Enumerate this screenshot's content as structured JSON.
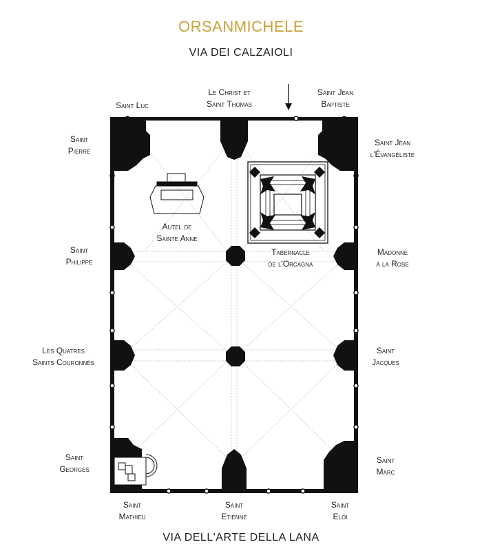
{
  "title": "ORSANMICHELE",
  "street_top": "VIA DEI CALZAIOLI",
  "street_bottom": "VIA DELL'ARTE DELLA LANA",
  "colors": {
    "title": "#c9a23a",
    "walls": "#111111",
    "lines": "#bbbbbb"
  },
  "labels": {
    "saint_luc": [
      "Saint Luc"
    ],
    "christ_thomas": [
      "Le Christ et",
      "Saint Thomas"
    ],
    "jean_baptiste": [
      "Saint Jean",
      "Baptiste"
    ],
    "pierre": [
      "Saint",
      "Pierre"
    ],
    "jean_evangeliste": [
      "Saint Jean",
      "l'Évangéliste"
    ],
    "autel": [
      "Autel de",
      "Sainte Anne"
    ],
    "tabernacle": [
      "Tabernacle",
      "de l'Orcagna"
    ],
    "philippe": [
      "Saint",
      "Philippe"
    ],
    "madonne": [
      "Madonne",
      "à la Rose"
    ],
    "quatres": [
      "Les Quatres",
      "Saints Couronnés"
    ],
    "jacques": [
      "Saint",
      "Jacques"
    ],
    "georges": [
      "Saint",
      "Georges"
    ],
    "marc": [
      "Saint",
      "Marc"
    ],
    "mathieu": [
      "Saint",
      "Mathieu"
    ],
    "etienne": [
      "Saint",
      "Etienne"
    ],
    "eloi": [
      "Saint",
      "Eloi"
    ]
  }
}
